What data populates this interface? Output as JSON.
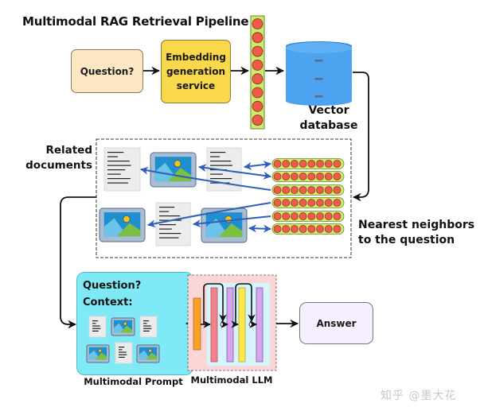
{
  "title": "Multimodal RAG Retrieval Pipeline",
  "nodes": {
    "question": "Question?",
    "embedding_service": "Embedding generation service",
    "vector_database": "Vector database",
    "related_documents": "Related documents",
    "nearest_neighbors": "Nearest neighbors to the question",
    "prompt_question": "Question?",
    "prompt_context": "Context:",
    "multimodal_prompt": "Multimodal Prompt",
    "multimodal_llm": "Multimodal LLM",
    "answer": "Answer"
  },
  "embedding_vector": {
    "dots": 8
  },
  "neighbor_vectors": {
    "rows": 6,
    "dots_per_row": 8
  },
  "related_docs_top": [
    "text",
    "image",
    "text"
  ],
  "related_docs_bottom": [
    "image",
    "text",
    "image"
  ],
  "prompt_docs_top": [
    "text",
    "image",
    "text"
  ],
  "prompt_docs_bottom": [
    "image",
    "text",
    "image"
  ],
  "llm_layers": [
    "orange",
    "red",
    "violet",
    "yellow",
    "violet"
  ],
  "colors": {
    "question_box": "#fde7c2",
    "embedding_box": "#f9d94a",
    "vector_strip": "#c8ec6e",
    "vector_dot": "#ef5a4a",
    "database": "#4da3f0",
    "arrow_blue": "#2f5fb8",
    "prompt_box": "#7fe9f5",
    "llm_box": "#fbd6d6",
    "answer_box": "#f6efff"
  },
  "watermark": "知乎 @墨大花"
}
